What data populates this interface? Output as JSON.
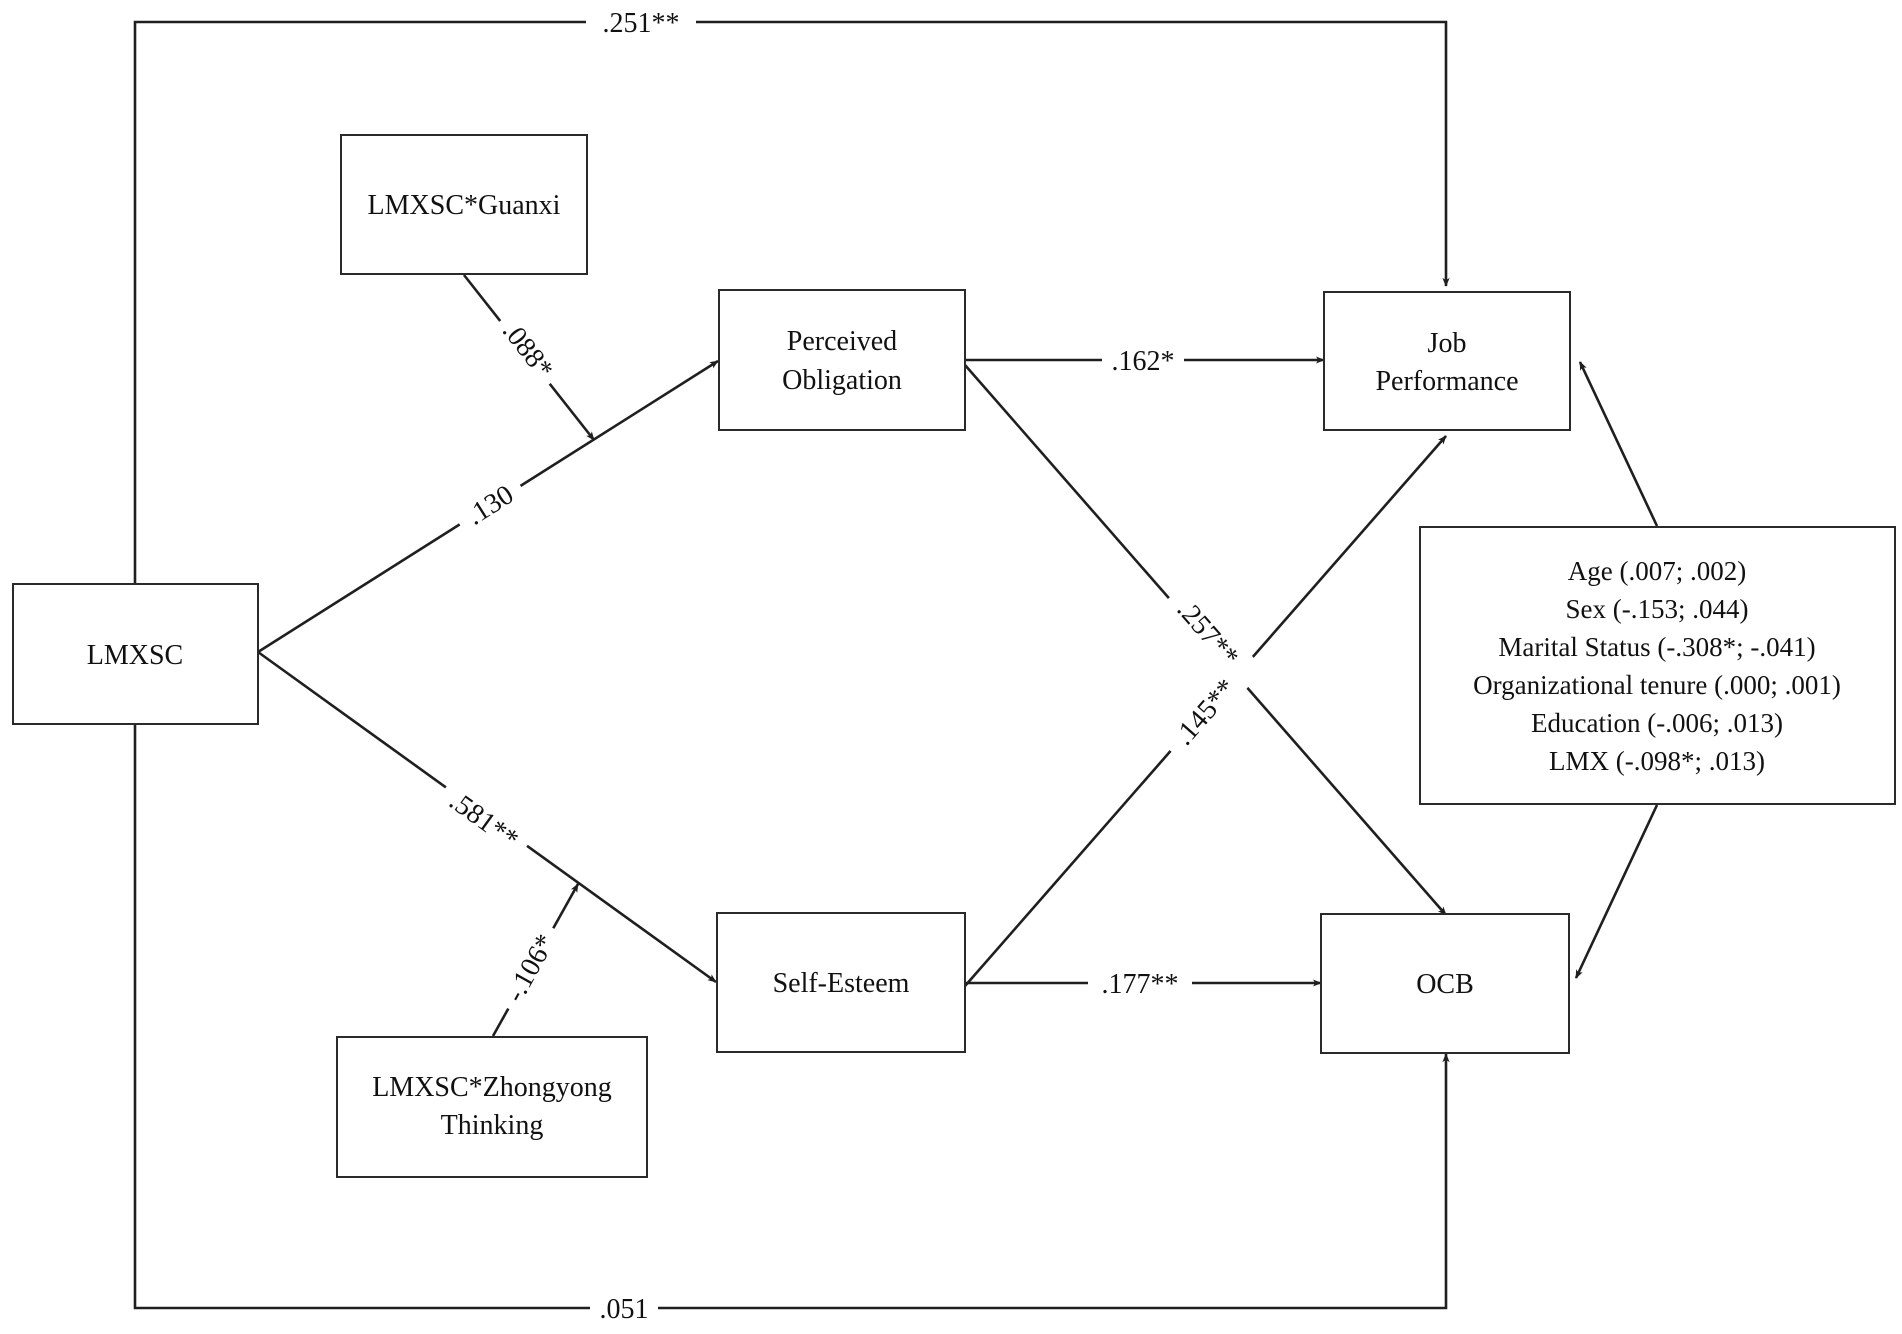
{
  "nodes": {
    "lmxsc": {
      "label": "LMXSC"
    },
    "guanxi": {
      "label": "LMXSC*Guanxi"
    },
    "perceived_obligation": {
      "line1": "Perceived",
      "line2": "Obligation"
    },
    "self_esteem": {
      "label": "Self-Esteem"
    },
    "zhongyong": {
      "line1": "LMXSC*Zhongyong",
      "line2": "Thinking"
    },
    "job_performance": {
      "line1": "Job",
      "line2": "Performance"
    },
    "ocb": {
      "label": "OCB"
    },
    "controls": {
      "lines": [
        "Age (.007; .002)",
        "Sex (-.153; .044)",
        "Marital Status (-.308*; -.041)",
        "Organizational tenure (.000; .001)",
        "Education (-.006; .013)",
        "LMX (-.098*; .013)"
      ]
    }
  },
  "paths": {
    "lmxsc_to_jp": ".251**",
    "lmxsc_to_ocb": ".051",
    "guanxi_mod": ".088*",
    "lmxsc_to_po": ".130",
    "lmxsc_to_se": ".581**",
    "zhongyong_mod": "-.106*",
    "po_to_jp": ".162*",
    "po_to_ocb": ".257**",
    "se_to_jp": ".145**",
    "se_to_ocb": ".177**"
  },
  "colors": {
    "line": "#1f1f1f",
    "box_border": "#2a2a2a",
    "text": "#111111",
    "background": "#ffffff"
  }
}
